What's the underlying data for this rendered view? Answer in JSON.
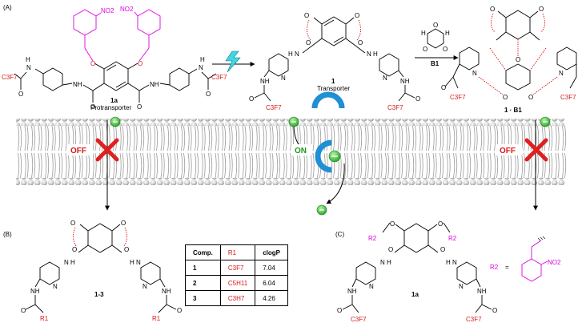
{
  "panels": {
    "a": "(A)",
    "b": "(B)",
    "c": "(C)"
  },
  "labels": {
    "protransporter_id": "1a",
    "protransporter": "Protransporter",
    "transporter_id": "1",
    "transporter": "Transporter",
    "guest": "B1",
    "complex": "1 · B1",
    "series": "1-3",
    "c_id": "1a"
  },
  "membrane": {
    "off_left": "OFF",
    "on": "ON",
    "off_right": "OFF"
  },
  "atoms": {
    "no2": "NO2",
    "o": "O",
    "oh": "O",
    "h": "H",
    "n": "N",
    "nh": "NH",
    "c3f7": "C3F7",
    "f3c": "C3F7",
    "r1": "R1",
    "r2": "R2",
    "eq": "="
  },
  "table": {
    "headers": [
      "Comp.",
      "R1",
      "clogP"
    ],
    "rows": [
      {
        "comp": "1",
        "r1": "C3F7",
        "clogp": "7.04"
      },
      {
        "comp": "2",
        "r1": "C5H11",
        "clogp": "6.04"
      },
      {
        "comp": "3",
        "r1": "C3H7",
        "clogp": "4.26"
      }
    ]
  },
  "colors": {
    "accent_red": "#d81a1a",
    "magenta": "#e000e0",
    "anion_green": "#3cc83c",
    "carrier_blue": "#1f8fd6",
    "cross_red": "#e02020"
  }
}
